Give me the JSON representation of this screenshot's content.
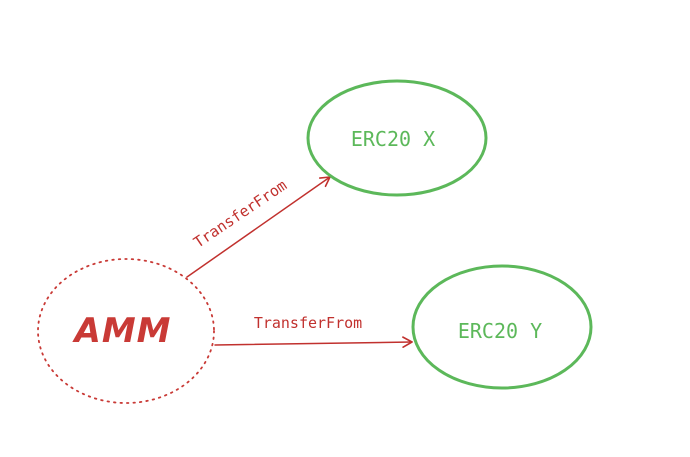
{
  "colors": {
    "amm": "#c93a36",
    "token": "#5cb85a",
    "edge": "#c1312e",
    "background": "#ffffff"
  },
  "nodes": {
    "amm": {
      "label": "AMM"
    },
    "erc20_x": {
      "label": "ERC20 X"
    },
    "erc20_y": {
      "label": "ERC20 Y"
    }
  },
  "edges": {
    "amm_to_x": {
      "label": "TransferFrom"
    },
    "amm_to_y": {
      "label": "TransferFrom"
    }
  }
}
